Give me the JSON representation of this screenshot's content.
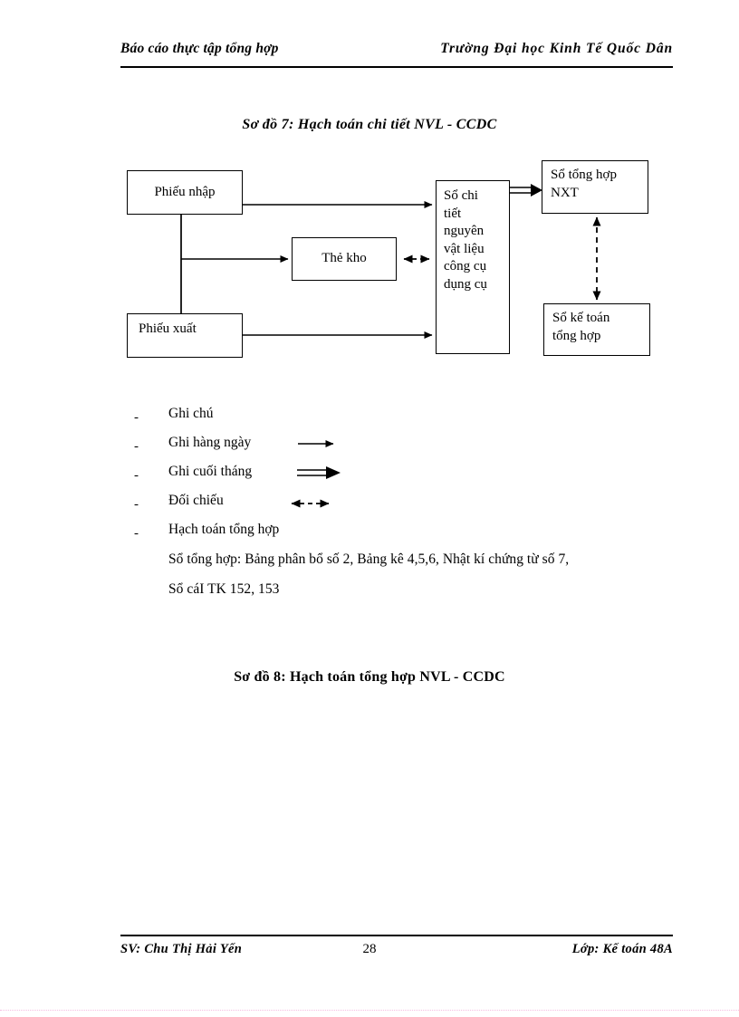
{
  "header": {
    "left": "Báo cáo thực tập tổng hợp",
    "right": "Trường Đại học Kinh Tế Quốc Dân"
  },
  "titles": {
    "diagram7": "Sơ đồ 7: Hạch toán chi tiết NVL - CCDC",
    "diagram8": "Sơ đồ 8: Hạch toán tổng hợp NVL - CCDC"
  },
  "diagram": {
    "boxes": {
      "phieu_nhap": "Phiếu nhập",
      "the_kho": "Thẻ kho",
      "phieu_xuat": "Phiếu xuất",
      "so_chi_tiet": "Sổ chi\ntiết\nnguyên\nvật liệu\ncông cụ\ndụng cụ",
      "so_tong_hop_nxt": "Sổ tổng hợp\nNXT",
      "so_ke_toan_tong_hop": "Sổ kế toán\ntổng hợp"
    }
  },
  "legend": {
    "bullet": "-",
    "items": [
      {
        "label": "Ghi chú",
        "art": "none"
      },
      {
        "label": "Ghi hàng ngày",
        "art": "thin-arrow"
      },
      {
        "label": "Ghi cuối tháng",
        "art": "thick-arrow"
      },
      {
        "label": "Đối chiếu",
        "art": "dashed-double-arrow"
      },
      {
        "label": "Hạch toán tổng hợp",
        "art": "none"
      }
    ],
    "notes": [
      "Sổ tổng hợp: Bảng phân bổ số 2, Bảng kê 4,5,6, Nhật kí chứng từ số 7,",
      "Sổ cáI TK 152, 153"
    ]
  },
  "footer": {
    "left": "SV: Chu Thị Hải Yến",
    "page": "28",
    "right": "Lớp: Kế toán 48A"
  }
}
